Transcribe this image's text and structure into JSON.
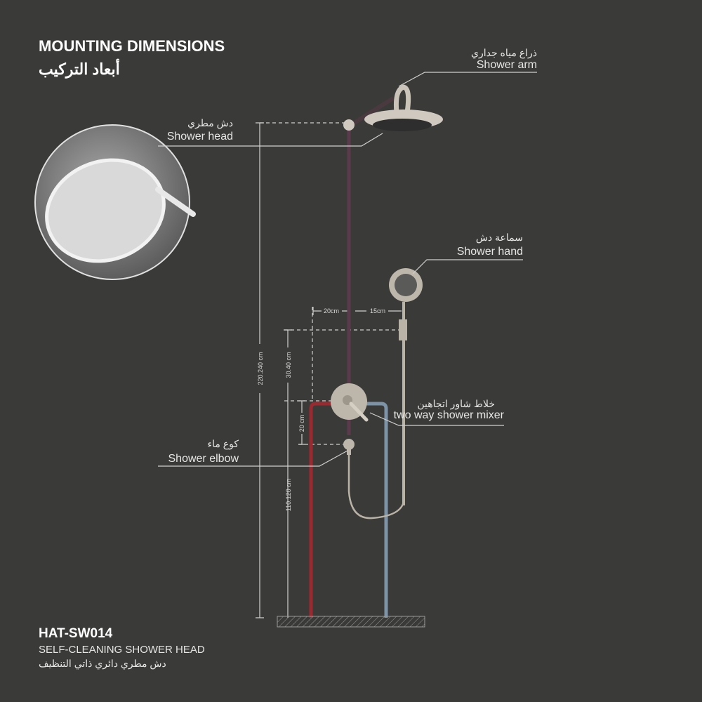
{
  "header": {
    "title": "MOUNTING DIMENSIONS",
    "title_ar": "أبعاد التركيب"
  },
  "callouts": {
    "shower_arm": {
      "ar": "ذراع مياه جداري",
      "en": "Shower arm"
    },
    "shower_head": {
      "ar": "دش مطري",
      "en": "Shower head"
    },
    "shower_hand": {
      "ar": "سماعة دش",
      "en": "Shower hand"
    },
    "mixer": {
      "ar": "خلاط شاور اتجاهين",
      "en": "two way shower mixer"
    },
    "elbow": {
      "ar": "كوع ماء",
      "en": "Shower elbow"
    }
  },
  "dimensions": {
    "total_height": "220.240 cm",
    "hand_above_mixer": "30.40 cm",
    "mixer_to_elbow": "20 cm",
    "elbow_height": "110.120 cm",
    "left_offset": "20cm",
    "right_offset": "15cm"
  },
  "product": {
    "code": "HAT-SW014",
    "name": "SELF-CLEANING SHOWER HEAD",
    "name_ar": "دش مطري دائري ذاتي التنظيف"
  },
  "colors": {
    "background": "#3a3a38",
    "hot_pipe": "#9a2a30",
    "cold_pipe": "#7c93a8",
    "riser_pipe": "#5b3a4c",
    "metal": "#b9b2a6"
  }
}
